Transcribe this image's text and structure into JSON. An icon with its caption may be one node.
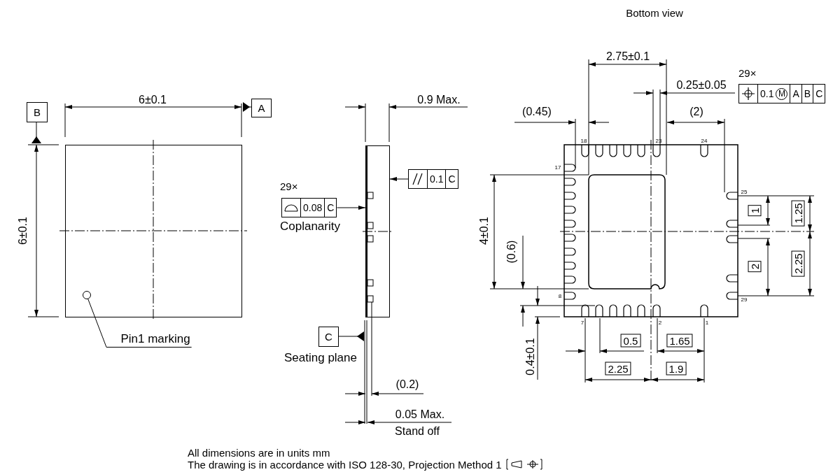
{
  "diagram": {
    "nodes": [
      {
        "text": [
          "B"
        ]
      },
      {
        "text": [
          "A"
        ]
      },
      {
        "text": [],
        "shape": "box"
      },
      {
        "text": [],
        "shape": "circle",
        "in": 2
      },
      {
        "text": [
          "Pin1 marking"
        ]
      },
      {
        "text": [
          "0.1",
          "C"
        ]
      },
      {
        "text": [
          "0.08",
          "C"
        ],
        "beside": [
          "29×",
          "Coplanarity"
        ]
      },
      {
        "text": [],
        "shape": "box"
      },
      {
        "text": [
          "C"
        ],
        "beside": [
          "Seating plane"
        ]
      },
      {
        "text": [
          "0.1",
          "M",
          "A",
          "B",
          "C"
        ],
        "beside": [
          "29×"
        ]
      }
    ],
    "edges": [
      {
        "from": 0,
        "to": null,
        "arrow": "other"
      },
      {
        "from": 1,
        "to": null,
        "arrow": "other"
      },
      {
        "from": 4,
        "to": 3,
        "arrow": "none"
      },
      {
        "from": 5,
        "to": 7,
        "arrow": "to"
      },
      {
        "from": 6,
        "to": 7,
        "arrow": "to"
      },
      {
        "from": 8,
        "to": null,
        "arrow": "other"
      }
    ],
    "labels": [
      "Bottom view",
      "2.75±0.1",
      "0.25±0.05",
      "6±0.1",
      "0.9 Max.",
      "(0.45)",
      "(2)",
      "18",
      "23",
      "24",
      "17",
      "6±0.1",
      "25",
      "1",
      "1.25",
      "4±0.1",
      "(0.6)",
      "2",
      "2.25",
      "8",
      "29",
      "7",
      "2",
      "1",
      "0.5",
      "1.65",
      "0.4±0.1",
      "2.25",
      "1.9",
      "(0.2)",
      "0.05 Max.",
      "Stand off",
      "All dimensions are in units mm",
      "The drawing is in accordance with ISO 128-30, Projection Method 1"
    ]
  }
}
